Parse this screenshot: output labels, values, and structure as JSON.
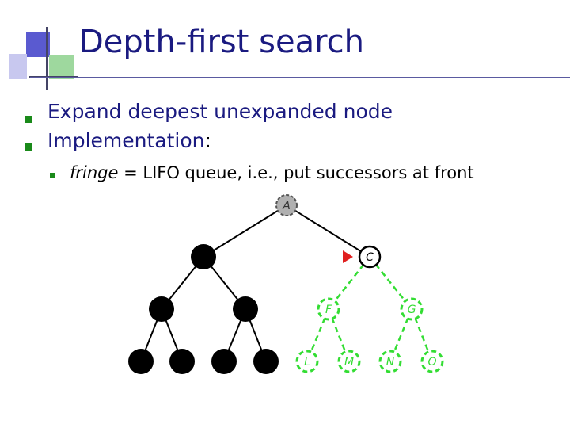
{
  "slide": {
    "title": "Depth-first search",
    "bullets": [
      {
        "text": "Expand deepest unexpanded node"
      },
      {
        "text": "Implementation",
        "suffix": ":"
      }
    ],
    "sub_bullet": {
      "italic": "fringe",
      "rest": " = LIFO queue, i.e., put successors at front"
    }
  },
  "tree": {
    "nodes": [
      {
        "id": "A",
        "label": "A",
        "state": "current"
      },
      {
        "id": "B",
        "label": "",
        "state": "expanded"
      },
      {
        "id": "C",
        "label": "C",
        "state": "fringe-top"
      },
      {
        "id": "D",
        "label": "",
        "state": "expanded"
      },
      {
        "id": "E",
        "label": "",
        "state": "expanded"
      },
      {
        "id": "F",
        "label": "F",
        "state": "unexplored"
      },
      {
        "id": "G",
        "label": "G",
        "state": "unexplored"
      },
      {
        "id": "H",
        "label": "",
        "state": "expanded"
      },
      {
        "id": "I",
        "label": "",
        "state": "expanded"
      },
      {
        "id": "J",
        "label": "",
        "state": "expanded"
      },
      {
        "id": "K",
        "label": "",
        "state": "expanded"
      },
      {
        "id": "L",
        "label": "L",
        "state": "unexplored"
      },
      {
        "id": "M",
        "label": "M",
        "state": "unexplored"
      },
      {
        "id": "N",
        "label": "N",
        "state": "unexplored"
      },
      {
        "id": "O",
        "label": "O",
        "state": "unexplored"
      }
    ],
    "edges": [
      [
        "A",
        "B",
        "solid"
      ],
      [
        "A",
        "C",
        "solid"
      ],
      [
        "B",
        "D",
        "solid"
      ],
      [
        "B",
        "E",
        "solid"
      ],
      [
        "C",
        "F",
        "dashed"
      ],
      [
        "C",
        "G",
        "dashed"
      ],
      [
        "D",
        "H",
        "solid"
      ],
      [
        "D",
        "I",
        "solid"
      ],
      [
        "E",
        "J",
        "solid"
      ],
      [
        "E",
        "K",
        "solid"
      ],
      [
        "F",
        "L",
        "dashed"
      ],
      [
        "F",
        "M",
        "dashed"
      ],
      [
        "G",
        "N",
        "dashed"
      ],
      [
        "G",
        "O",
        "dashed"
      ]
    ],
    "marker_on": "C"
  },
  "colors": {
    "title": "#1a1a80",
    "bullet": "#1a8a1a",
    "expanded": "#000000",
    "current": "#b0b0b0",
    "unexplored": "#33dd33",
    "marker": "#e02020"
  },
  "icons": [
    "slide-logo-icon",
    "bullet-square-icon",
    "fringe-marker-icon"
  ]
}
